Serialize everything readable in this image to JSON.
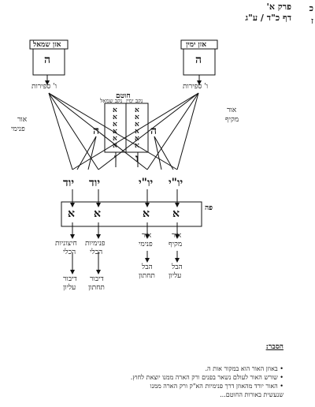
{
  "header": {
    "chapter": "פרק א'",
    "page_ref": "דף כ\"ד / ע\"ג",
    "edge_marks": [
      "כ",
      "ז"
    ]
  },
  "diagram": {
    "left_ear": {
      "title": "אזן שמאל",
      "letter": "ה",
      "label": "ו' ספירות"
    },
    "right_ear": {
      "title": "אזן ימין",
      "letter": "ה",
      "label": "ו' ספירות"
    },
    "nose": {
      "title": "חוטם",
      "left_nostril": "נקב שמאל",
      "right_nostril": "נקב ימין",
      "alef_column": [
        "א",
        "א",
        "א",
        "א",
        "א",
        "א"
      ],
      "vav_left": "ו",
      "vav_right": "ו"
    },
    "side_letters": {
      "left_he": "ה",
      "right_he": "ה"
    },
    "side_labels": {
      "left": [
        "אור",
        "פנימי"
      ],
      "right": [
        "אור",
        "מקיף"
      ]
    },
    "yod_row": [
      "יוד",
      "יוד",
      "יו\"י",
      "יו\"י"
    ],
    "mouth": {
      "label": "פה",
      "alefs": [
        "א",
        "א",
        "א",
        "א"
      ]
    },
    "outputs": [
      {
        "lines": [
          "חיצוניות",
          "הכלי"
        ],
        "bottom": [
          "דיבור",
          "עליון"
        ]
      },
      {
        "lines": [
          "פנימיות",
          "הכלי"
        ],
        "bottom": [
          "דיבור",
          "תחתון"
        ]
      },
      {
        "lines": [
          "אור",
          "פנימי"
        ],
        "mid": [
          "הבל",
          "תחתון"
        ]
      },
      {
        "lines": [
          "אור",
          "מקיף"
        ],
        "mid": [
          "הבל",
          "עליון"
        ]
      }
    ]
  },
  "notes": {
    "title": "הסבר:",
    "items": [
      "באוזן האור הוא במקור אות ה.",
      "שורש האור לעולם נשאר בפנים ורק הארה ממנו יוצאת לחוץ.",
      "האור יורד מהאוזן דרך פנימיות הא\"ק ורק הארה ממנו",
      "שנעשית באורות החוטם..."
    ]
  },
  "colors": {
    "ink": "#111111",
    "paper": "#ffffff"
  }
}
